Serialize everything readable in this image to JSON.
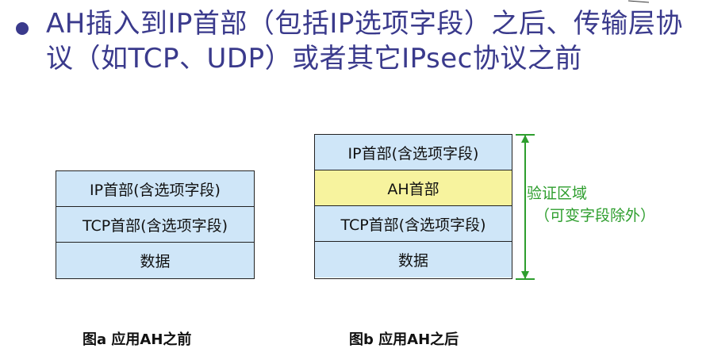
{
  "bullet": {
    "text": "AH插入到IP首部（包括IP选项字段）之后、传输层协议（如TCP、UDP）或者其它IPsec协议之前"
  },
  "figure_a": {
    "rows": [
      "IP首部(含选项字段)",
      "TCP首部(含选项字段)",
      "数据"
    ],
    "caption": "图a 应用AH之前"
  },
  "figure_b": {
    "rows": [
      "IP首部(含选项字段)",
      "AH首部",
      "TCP首部(含选项字段)",
      "数据"
    ],
    "caption": "图b 应用AH之后",
    "region_label_line1": "验证区域",
    "region_label_line2": "（可变字段除外）"
  },
  "colors": {
    "cell_blue": "#cfe6f8",
    "cell_yellow": "#f7f39e",
    "bracket_green": "#2e9e2e",
    "text_purple": "#3a3a8c"
  }
}
